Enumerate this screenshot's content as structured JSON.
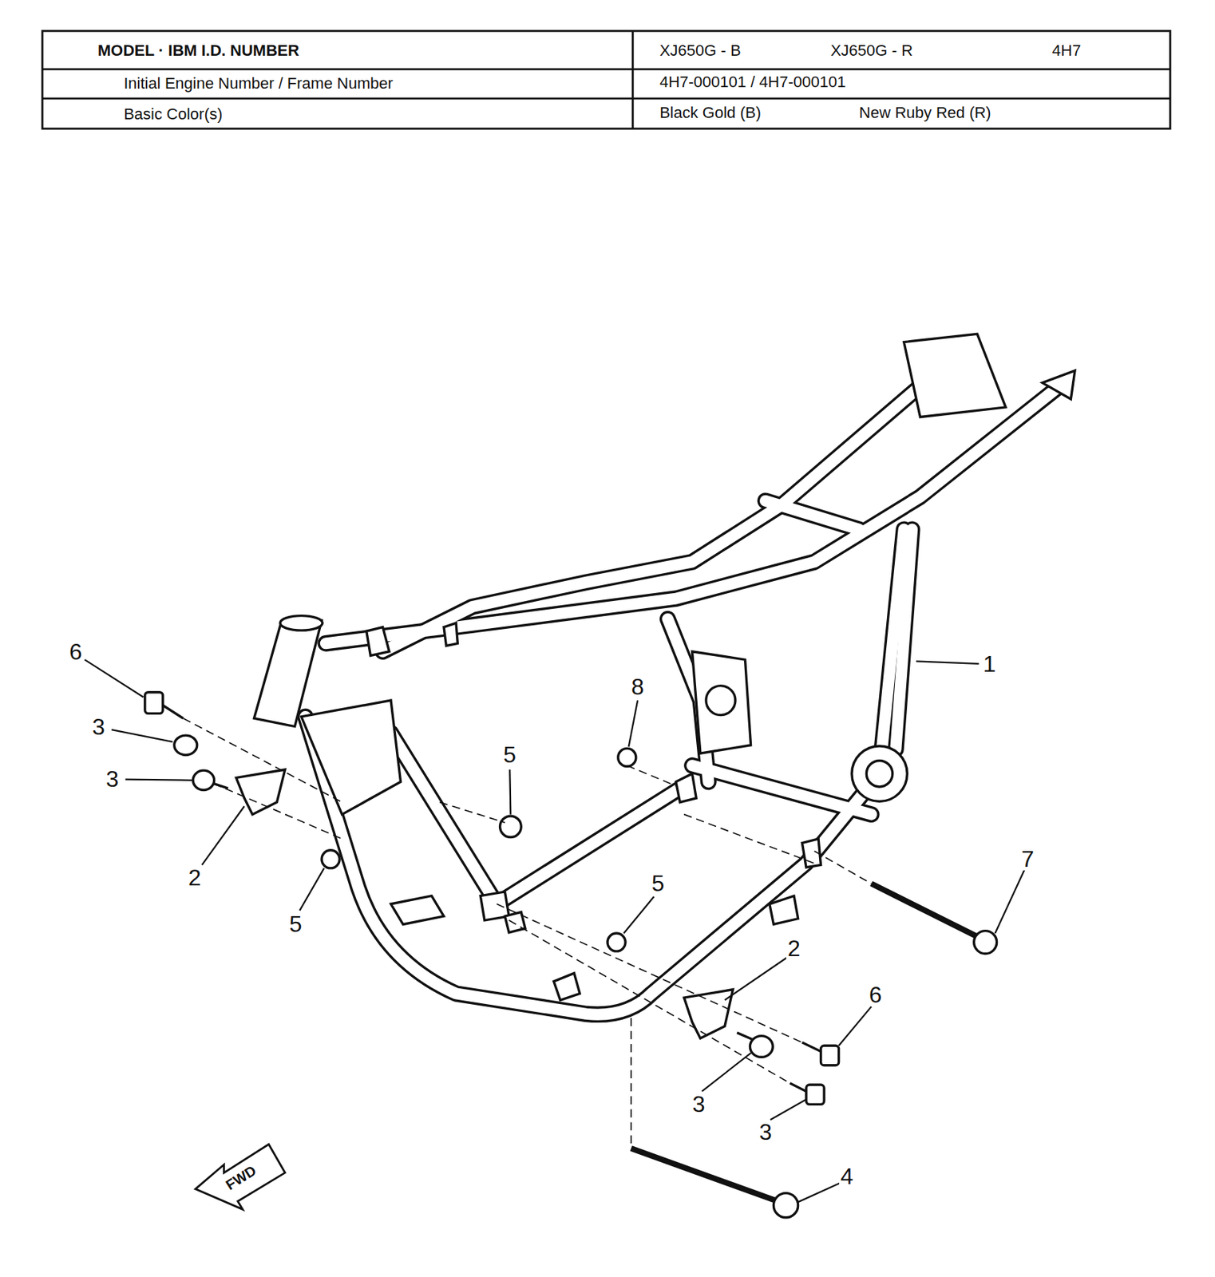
{
  "diagram": {
    "labels": [
      "MODEL · IBM I.D. NUMBER",
      "XJ650G - B",
      "XJ650G - R",
      "4H7",
      "Initial Engine Number / Frame Number",
      "4H7-000101 / 4H7-000101",
      "Basic Color(s)",
      "Black Gold (B)",
      "New Ruby Red (R)",
      "6",
      "3",
      "3",
      "2",
      "5",
      "5",
      "8",
      "1",
      "7",
      "5",
      "2",
      "6",
      "3",
      "3",
      "4",
      "FWD"
    ]
  }
}
